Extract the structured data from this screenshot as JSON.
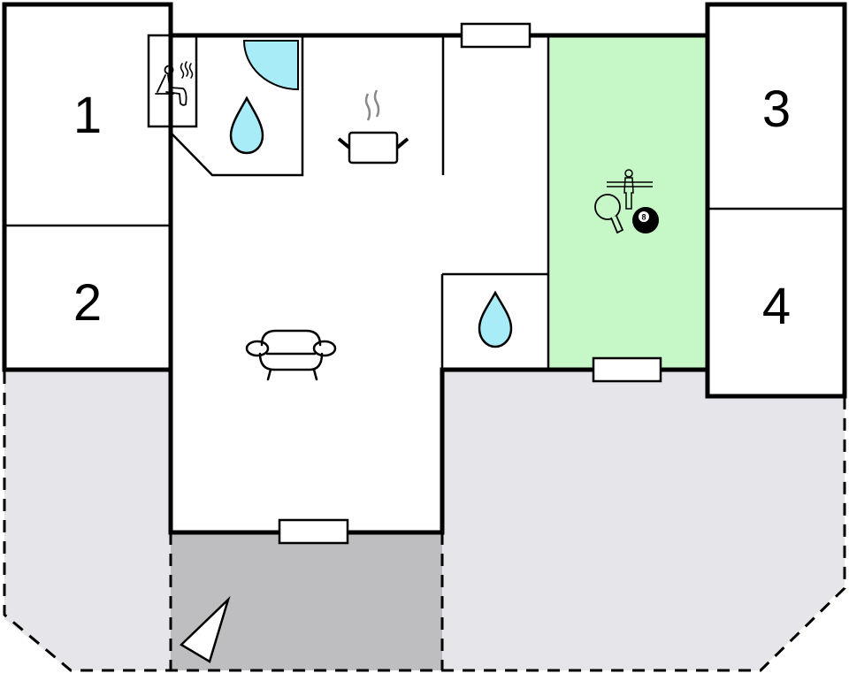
{
  "floorplan": {
    "rooms": [
      {
        "id": "bedroom-1",
        "label": "1"
      },
      {
        "id": "bedroom-2",
        "label": "2"
      },
      {
        "id": "bedroom-3",
        "label": "3"
      },
      {
        "id": "bedroom-4",
        "label": "4"
      }
    ],
    "icons": [
      "sauna-icon",
      "shower-icon",
      "water-drop-icon",
      "cooking-pot-icon",
      "sofa-icon",
      "table-tennis-icon",
      "foosball-icon",
      "billiard-ball-icon",
      "compass-arrow-icon"
    ],
    "billiard_ball_number": "8",
    "colors": {
      "wall": "#000000",
      "interior": "#ffffff",
      "game_room": "#c6f7c6",
      "water": "#a8ecf7",
      "terrace": "#e6e6ea",
      "covered_terrace": "#bebec0"
    }
  }
}
